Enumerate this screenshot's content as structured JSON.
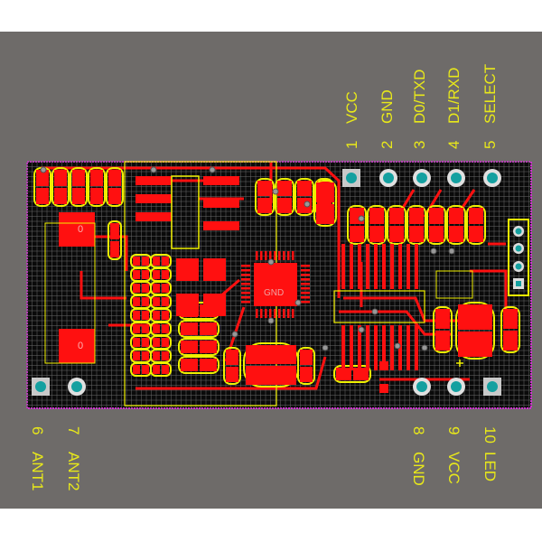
{
  "top_pins": [
    {
      "num": "1",
      "name": "VCC"
    },
    {
      "num": "2",
      "name": "GND"
    },
    {
      "num": "3",
      "name": "D0/TXD"
    },
    {
      "num": "4",
      "name": "D1/RXD"
    },
    {
      "num": "5",
      "name": "SELECT"
    }
  ],
  "bottom_pins": [
    {
      "num": "6",
      "name": "ANT1"
    },
    {
      "num": "7",
      "name": "ANT2"
    },
    {
      "num": "8",
      "name": "GND"
    },
    {
      "num": "9",
      "name": "VCC"
    },
    {
      "num": "10",
      "name": "LED"
    }
  ],
  "board": {
    "ic_label": "GND",
    "antenna_pad_label": "0",
    "colors": {
      "background": "#6e6b69",
      "board": "#0a0a0a",
      "copper": "#ff1010",
      "silkscreen": "#f0f000",
      "outline": "#d030d0",
      "pad_hole": "#14a0a0"
    }
  }
}
